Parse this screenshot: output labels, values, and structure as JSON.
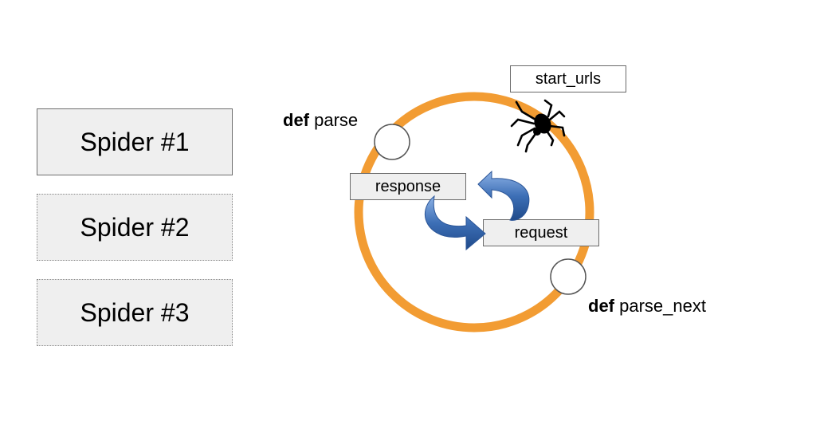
{
  "spiders": [
    {
      "label": "Spider #1"
    },
    {
      "label": "Spider #2"
    },
    {
      "label": "Spider #3"
    }
  ],
  "cycle": {
    "start_urls": "start_urls",
    "response": "response",
    "request": "request",
    "def_keyword": "def",
    "parse_fn": "parse",
    "parse_next_fn": "parse_next"
  },
  "colors": {
    "ring": "#F29C33",
    "arrow_blue": "#3D6FB6",
    "box_fill": "#EFEFEF"
  },
  "icons": [
    "spider-icon",
    "cycle-arrows-icon"
  ]
}
